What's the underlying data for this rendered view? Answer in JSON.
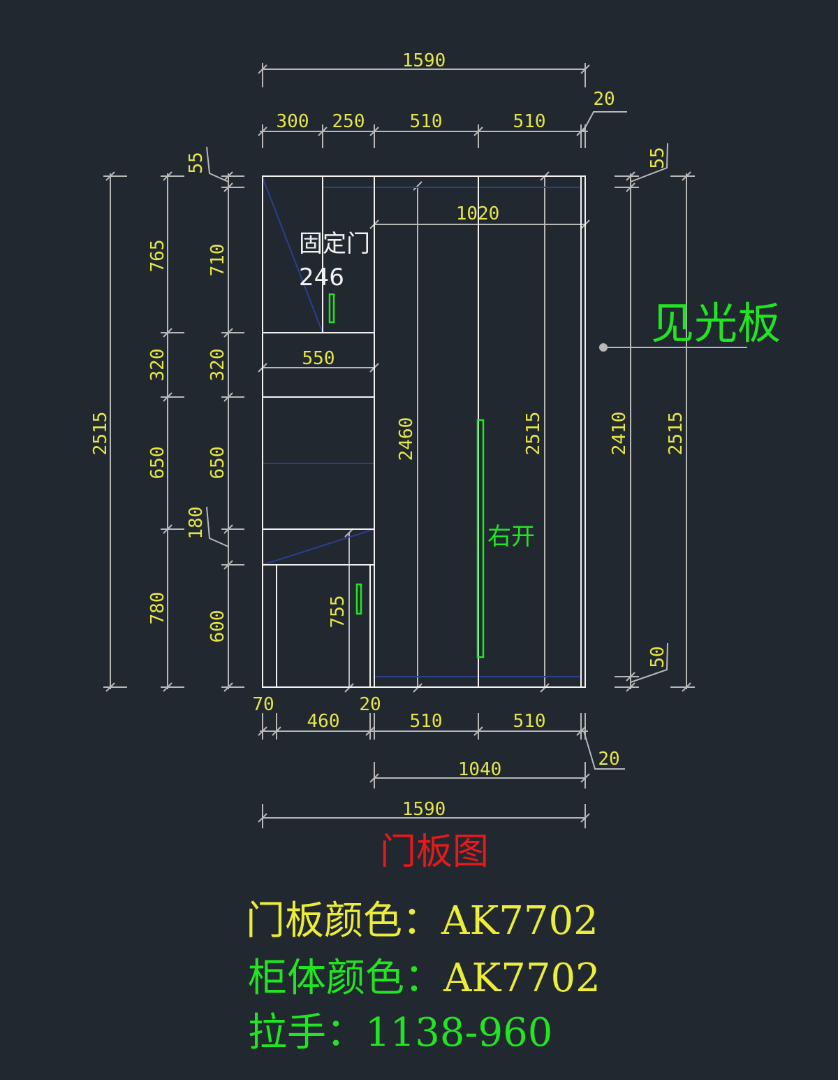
{
  "colors": {
    "background": "#212830",
    "outline": "#f2f2f2",
    "dimension_line": "#b8b8b8",
    "dimension_text": "#e6e64a",
    "hidden_line": "#2a3f8f",
    "handle": "#22e522",
    "title": "#e51a1a",
    "note_yellow": "#ecec3a",
    "note_green": "#22e522"
  },
  "icons": {
    "handle": "handle-bar-icon",
    "leader_dot": "leader-dot-icon"
  },
  "dimensions": {
    "top_overall": "1590",
    "top_gap": "20",
    "top_300": "300",
    "top_250": "250",
    "top_510_a": "510",
    "top_510_b": "510",
    "inner_1020": "1020",
    "inner_550": "550",
    "inner_2460": "2460",
    "inner_2515": "2515",
    "inner_755": "755",
    "left_outer_2515": "2515",
    "left_765": "765",
    "left_320": "320",
    "left_650": "650",
    "left_780": "780",
    "left_55": "55",
    "left_710": "710",
    "left2_320": "320",
    "left2_650": "650",
    "left_180": "180",
    "left_600": "600",
    "right_55": "55",
    "right_2410": "2410",
    "right_2515": "2515",
    "right_50": "50",
    "bottom_70": "70",
    "bottom_460": "460",
    "bottom_20": "20",
    "bottom_510_a": "510",
    "bottom_510_b": "510",
    "bottom_gap": "20",
    "bottom_1040": "1040",
    "bottom_overall": "1590"
  },
  "labels": {
    "fixed_door": "固定门",
    "fixed_door_size": "246",
    "right_open": "右开",
    "visible_panel": "见光板",
    "title": "门板图"
  },
  "notes": {
    "door_color_label": "门板颜色：",
    "door_color_value": "AK7702",
    "body_color_label": "柜体颜色：",
    "body_color_value": "AK7702",
    "handle_label": "拉手：",
    "handle_value": "1138-960"
  }
}
